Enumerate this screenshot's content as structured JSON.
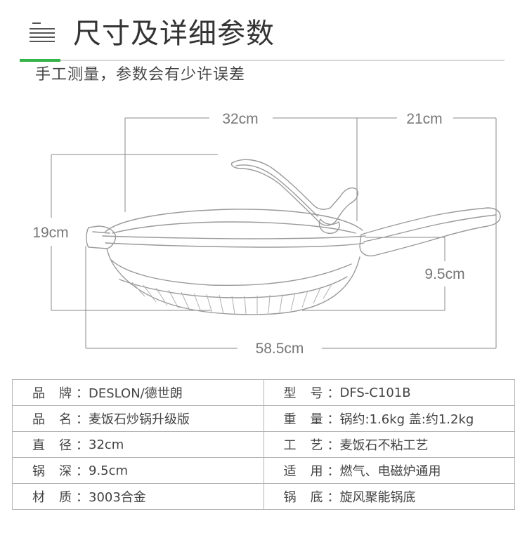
{
  "header": {
    "icon": "list-icon",
    "title": "尺寸及详细参数",
    "subtitle": "手工测量，参数会有少许误差",
    "accent_color": "#37b449"
  },
  "dimensions": {
    "diameter": "32cm",
    "handle_length": "21cm",
    "height": "19cm",
    "depth": "9.5cm",
    "total_length": "58.5cm"
  },
  "specs": [
    {
      "left": {
        "k1": "品",
        "k2": "牌",
        "value": "DESLON/德世朗"
      },
      "right": {
        "k1": "型",
        "k2": "号",
        "value": "DFS-C101B"
      }
    },
    {
      "left": {
        "k1": "品",
        "k2": "名",
        "value": "麦饭石炒锅升级版"
      },
      "right": {
        "k1": "重",
        "k2": "量",
        "value": "锅约:1.6kg  盖:约1.2kg"
      }
    },
    {
      "left": {
        "k1": "直",
        "k2": "径",
        "value": "32cm"
      },
      "right": {
        "k1": "工",
        "k2": "艺",
        "value": "麦饭石不粘工艺"
      }
    },
    {
      "left": {
        "k1": "锅",
        "k2": "深",
        "value": "9.5cm"
      },
      "right": {
        "k1": "适",
        "k2": "用",
        "value": "燃气、电磁炉通用"
      }
    },
    {
      "left": {
        "k1": "材",
        "k2": "质",
        "value": "3003合金"
      },
      "right": {
        "k1": "锅",
        "k2": "底",
        "value": "旋风聚能锅底"
      }
    }
  ],
  "colon": "："
}
